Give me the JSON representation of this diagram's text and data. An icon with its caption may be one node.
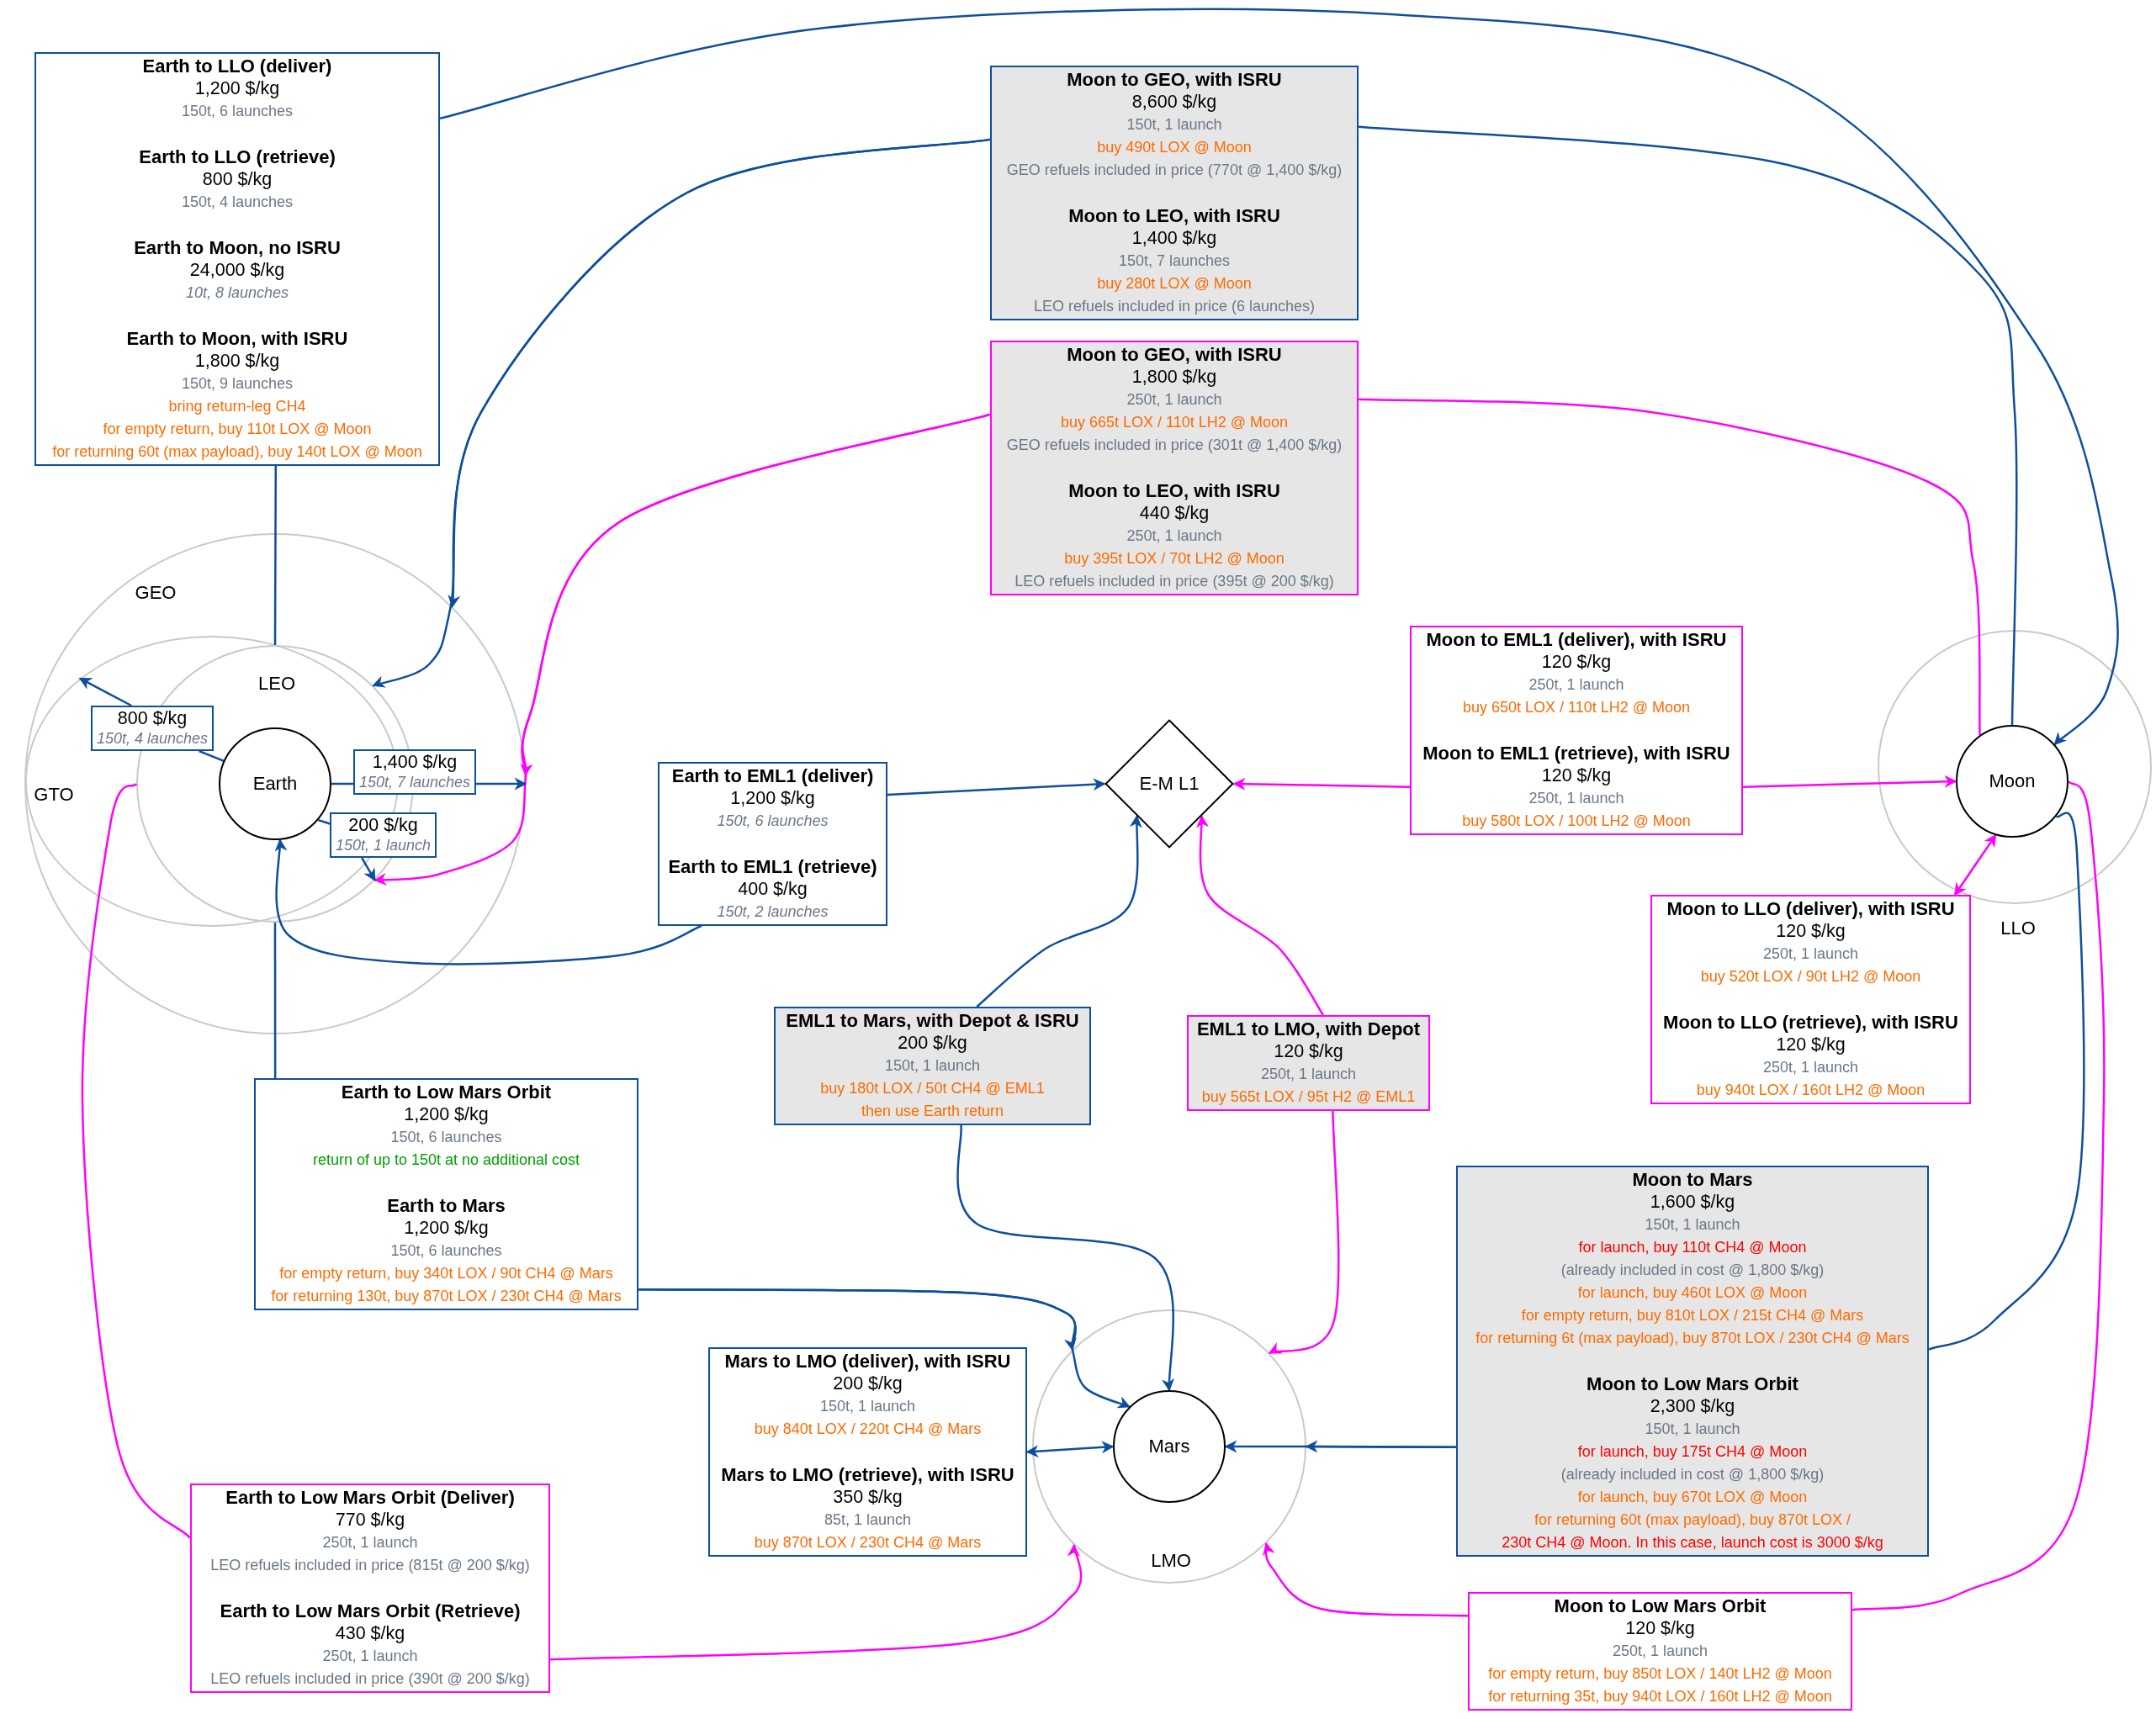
{
  "diagram": {
    "nodes": [
      {
        "text": [
          "Earth to LLO (deliver)",
          "1,200 $/kg",
          "150t, 6 launches",
          "Earth to LLO (retrieve)",
          "800 $/kg",
          "150t, 4 launches",
          "Earth to Moon, no ISRU",
          "24,000 $/kg",
          "10t, 8 launches",
          "Earth to Moon, with ISRU",
          "1,800 $/kg",
          "150t, 9 launches",
          "bring return-leg CH4",
          "for empty return, buy 110t LOX @ Moon",
          "for returning 60t (max payload), buy 140t LOX @ Moon"
        ]
      },
      {
        "text": [
          "Moon to GEO, with ISRU",
          "8,600 $/kg",
          "150t, 1 launch",
          "buy 490t LOX @ Moon",
          "GEO refuels included in price (770t @ 1,400 $/kg)",
          "Moon to LEO, with ISRU",
          "1,400 $/kg",
          "150t, 7 launches",
          "buy 280t LOX @ Moon",
          "LEO refuels included in price (6 launches)"
        ]
      },
      {
        "text": [
          "Moon to GEO, with ISRU",
          "1,800 $/kg",
          "250t, 1 launch",
          "buy 665t LOX / 110t LH2 @ Moon",
          "GEO refuels included in price (301t @ 1,400 $/kg)",
          "Moon to LEO, with ISRU",
          "440 $/kg",
          "250t, 1 launch",
          "buy 395t LOX / 70t LH2 @ Moon",
          "LEO refuels included in price (395t @ 200 $/kg)"
        ]
      },
      {
        "text": [
          "GEO"
        ]
      },
      {
        "text": [
          "GTO"
        ],
        "in": 3
      },
      {
        "text": [
          "LEO"
        ],
        "in": 4
      },
      {
        "text": [
          "Earth"
        ],
        "in": 5
      },
      {
        "text": [
          "800 $/kg",
          "150t, 4 launches"
        ],
        "in": 4
      },
      {
        "text": [
          "1,400 $/kg",
          "150t, 7 launches"
        ],
        "in": 3
      },
      {
        "text": [
          "200 $/kg",
          "150t, 1 launch"
        ],
        "in": 3
      },
      {
        "text": [
          "Earth to EML1 (deliver)",
          "1,200 $/kg",
          "150t, 6 launches",
          "Earth to EML1 (retrieve)",
          "400 $/kg",
          "150t, 2 launches"
        ]
      },
      {
        "text": [
          "E-M L1"
        ]
      },
      {
        "text": [
          "Moon to EML1 (deliver), with ISRU",
          "120 $/kg",
          "250t, 1 launch",
          "buy 650t LOX / 110t LH2 @ Moon",
          "Moon to EML1 (retrieve), with ISRU",
          "120 $/kg",
          "250t, 1 launch",
          "buy 580t LOX / 100t LH2 @ Moon"
        ]
      },
      {
        "text": [
          "LLO"
        ]
      },
      {
        "text": [
          "Moon"
        ],
        "in": 13
      },
      {
        "text": [
          "Moon to LLO (deliver), with ISRU",
          "120 $/kg",
          "250t, 1 launch",
          "buy 520t LOX / 90t LH2 @ Moon",
          "Moon to LLO (retrieve), with ISRU",
          "120 $/kg",
          "250t, 1 launch",
          "buy 940t LOX / 160t LH2 @ Moon"
        ]
      },
      {
        "text": [
          "EML1 to Mars, with Depot & ISRU",
          "200 $/kg",
          "150t, 1 launch",
          "buy 180t LOX / 50t CH4 @ EML1",
          "then use Earth return"
        ]
      },
      {
        "text": [
          "EML1 to LMO, with Depot",
          "120 $/kg",
          "250t, 1 launch",
          "buy 565t LOX / 95t H2 @ EML1"
        ]
      },
      {
        "text": [
          "Earth to Low Mars Orbit",
          "1,200 $/kg",
          "150t, 6 launches",
          "return of up to 150t at no additional cost",
          "Earth to Mars",
          "1,200 $/kg",
          "150t, 6 launches",
          "for empty return, buy 340t LOX / 90t CH4 @ Mars",
          "for returning 130t, buy 870t LOX / 230t CH4 @ Mars"
        ]
      },
      {
        "text": [
          "Moon to Mars",
          "1,600 $/kg",
          "150t, 1 launch",
          "for launch, buy 110t CH4 @ Moon",
          "(already included in cost @ 1,800 $/kg)",
          "for launch, buy 460t LOX @ Moon",
          "for empty return, buy 810t LOX / 215t CH4 @ Mars",
          "for returning 6t (max payload), buy 870t LOX / 230t CH4 @ Mars",
          "Moon to Low Mars Orbit",
          "2,300 $/kg",
          "150t, 1 launch",
          "for launch, buy 175t CH4 @ Moon",
          "(already included in cost @ 1,800 $/kg)",
          "for launch, buy 670t LOX @ Moon",
          "for returning 60t (max payload), buy 870t LOX /",
          "230t CH4 @ Moon. In this case, launch cost is 3000 $/kg"
        ]
      },
      {
        "text": [
          "Mars to LMO (deliver), with ISRU",
          "200 $/kg",
          "150t, 1 launch",
          "buy 840t LOX / 220t CH4 @ Mars",
          "Mars to LMO (retrieve), with ISRU",
          "350 $/kg",
          "85t, 1 launch",
          "buy 870t LOX / 230t CH4 @ Mars"
        ]
      },
      {
        "text": [
          "LMO"
        ]
      },
      {
        "text": [
          "Mars"
        ],
        "in": 21
      },
      {
        "text": [
          "Earth to Low Mars Orbit (Deliver)",
          "770 $/kg",
          "250t, 1 launch",
          "LEO refuels included in price (815t @ 200 $/kg)",
          "Earth to Low Mars Orbit (Retrieve)",
          "430 $/kg",
          "250t, 1 launch",
          "LEO refuels included in price (390t @ 200 $/kg)"
        ]
      },
      {
        "text": [
          "Moon to Low Mars Orbit",
          "120 $/kg",
          "250t, 1 launch",
          "for empty return, buy 850t LOX / 140t LH2 @ Moon",
          "for returning 35t, buy 940t LOX / 160t LH2 @ Moon"
        ]
      }
    ],
    "edges": [
      {
        "from": 5,
        "to": 0,
        "arrow": "none"
      },
      {
        "from": 0,
        "to": 14,
        "arrow": "to"
      },
      {
        "from": 14,
        "to": 1,
        "arrow": "none"
      },
      {
        "from": 1,
        "to": 3,
        "arrow": "to"
      },
      {
        "from": 1,
        "to": 5,
        "arrow": "to"
      },
      {
        "from": 14,
        "to": 2,
        "arrow": "none",
        "color": "#ff00ff"
      },
      {
        "from": 2,
        "to": 3,
        "arrow": "to",
        "color": "#ff00ff"
      },
      {
        "from": 2,
        "to": 5,
        "arrow": "to",
        "color": "#ff00ff"
      },
      {
        "from": 6,
        "to": 8,
        "arrow": "none"
      },
      {
        "from": 8,
        "to": 3,
        "arrow": "to"
      },
      {
        "from": 6,
        "to": 7,
        "arrow": "none"
      },
      {
        "from": 7,
        "to": 4,
        "arrow": "to"
      },
      {
        "from": 6,
        "to": 9,
        "arrow": "none"
      },
      {
        "from": 9,
        "to": 5,
        "arrow": "to"
      },
      {
        "from": 10,
        "to": 11,
        "arrow": "to"
      },
      {
        "from": 10,
        "to": 6,
        "arrow": "to"
      },
      {
        "from": 12,
        "to": 11,
        "arrow": "to",
        "color": "#ff00ff"
      },
      {
        "from": 12,
        "to": 14,
        "arrow": "to",
        "color": "#ff00ff"
      },
      {
        "from": 14,
        "to": 15,
        "arrow": "both",
        "color": "#ff00ff"
      },
      {
        "from": 16,
        "to": 11,
        "arrow": "to"
      },
      {
        "from": 16,
        "to": 22,
        "arrow": "to"
      },
      {
        "from": 17,
        "to": 11,
        "arrow": "to",
        "color": "#ff00ff"
      },
      {
        "from": 17,
        "to": 21,
        "arrow": "to",
        "color": "#ff00ff"
      },
      {
        "from": 5,
        "to": 18,
        "arrow": "none"
      },
      {
        "from": 18,
        "to": 21,
        "arrow": "to"
      },
      {
        "from": 18,
        "to": 22,
        "arrow": "to"
      },
      {
        "from": 20,
        "to": 22,
        "arrow": "both"
      },
      {
        "from": 19,
        "to": 21,
        "arrow": "to"
      },
      {
        "from": 19,
        "to": 22,
        "arrow": "to"
      },
      {
        "from": 14,
        "to": 19,
        "arrow": "none"
      },
      {
        "from": 5,
        "to": 23,
        "arrow": "none",
        "color": "#ff00ff"
      },
      {
        "from": 23,
        "to": 21,
        "arrow": "to",
        "color": "#ff00ff"
      },
      {
        "from": 24,
        "to": 21,
        "arrow": "to",
        "color": "#ff00ff"
      },
      {
        "from": 14,
        "to": 24,
        "arrow": "none",
        "color": "#ff00ff"
      }
    ]
  }
}
